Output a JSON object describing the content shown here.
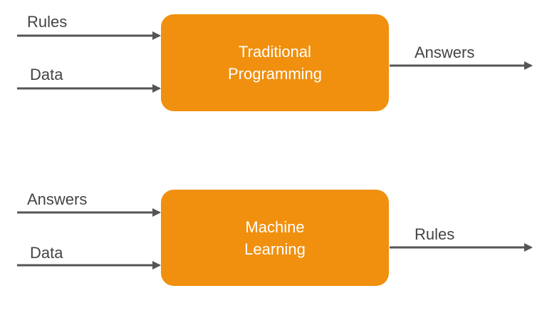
{
  "colors": {
    "box": "#F0900E",
    "arrow": "#555555",
    "text": "#444444",
    "box_text": "#FFFFFF"
  },
  "top": {
    "inputs": [
      "Rules",
      "Data"
    ],
    "box": [
      "Traditional",
      "Programming"
    ],
    "output": "Answers"
  },
  "bottom": {
    "inputs": [
      "Answers",
      "Data"
    ],
    "box": [
      "Machine",
      "Learning"
    ],
    "output": "Rules"
  }
}
